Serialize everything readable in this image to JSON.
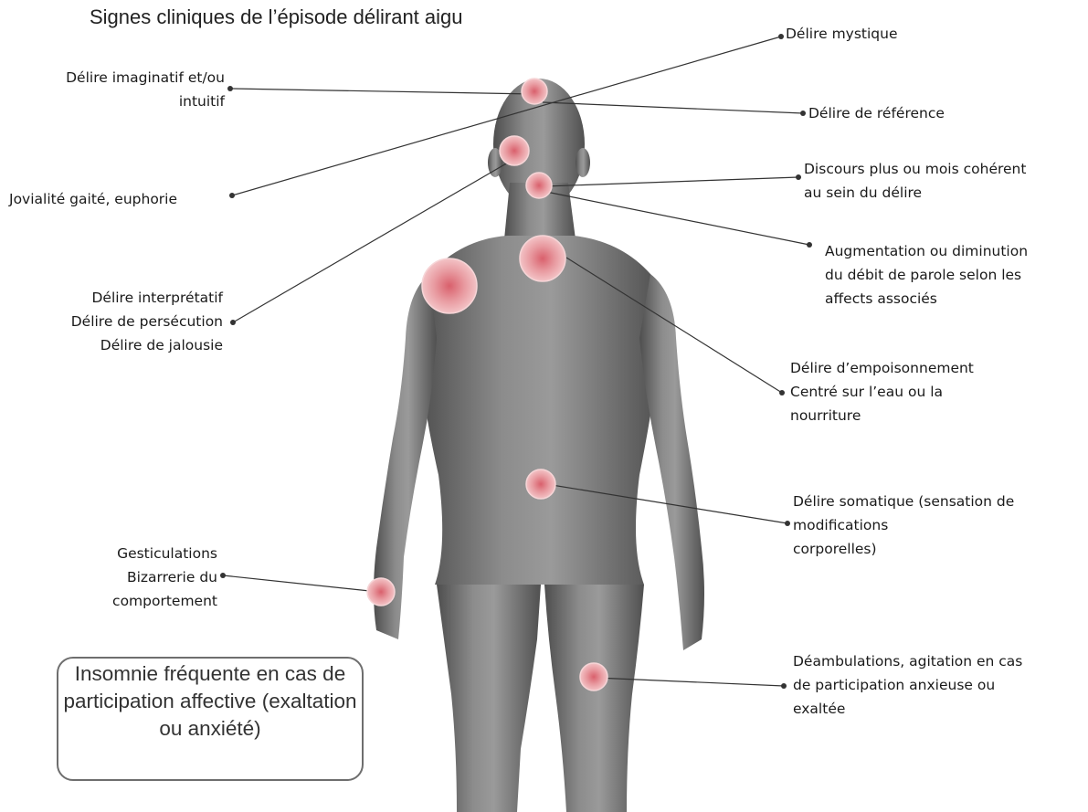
{
  "title": "Signes cliniques de l’épisode délirant aigu",
  "left_labels": {
    "imaginatif": "Délire imaginatif et/ou\nintuitif",
    "jovialite": "Jovialité gaité, euphorie",
    "interpretatif": "Délire interprétatif\nDélire de persécution\nDélire de jalousie",
    "gesticulations": "Gesticulations\nBizarrerie du\ncomportement"
  },
  "right_labels": {
    "mystique": "Délire mystique",
    "reference": "Délire de référence",
    "discours": "Discours plus ou mois cohérent\nau sein du délire",
    "debit": "Augmentation ou diminution\ndu débit de parole selon les\naffects associés",
    "empoisonnement": "Délire d’empoisonnement\nCentré sur l’eau ou la\nnourriture",
    "somatique": "Délire somatique (sensation de\nmodifications\ncorporelles)",
    "deambulations": "Déambulations, agitation en cas\nde participation anxieuse ou\nexaltée"
  },
  "note": "Insomnie fréquente en\ncas de participation\naffective (exaltation ou\nanxiété)",
  "colors": {
    "body": "#8a8a8a",
    "body_dark": "#5a5a5a",
    "spot": "#e89aa0",
    "spot_center": "#d9606c",
    "leader": "#333333"
  }
}
